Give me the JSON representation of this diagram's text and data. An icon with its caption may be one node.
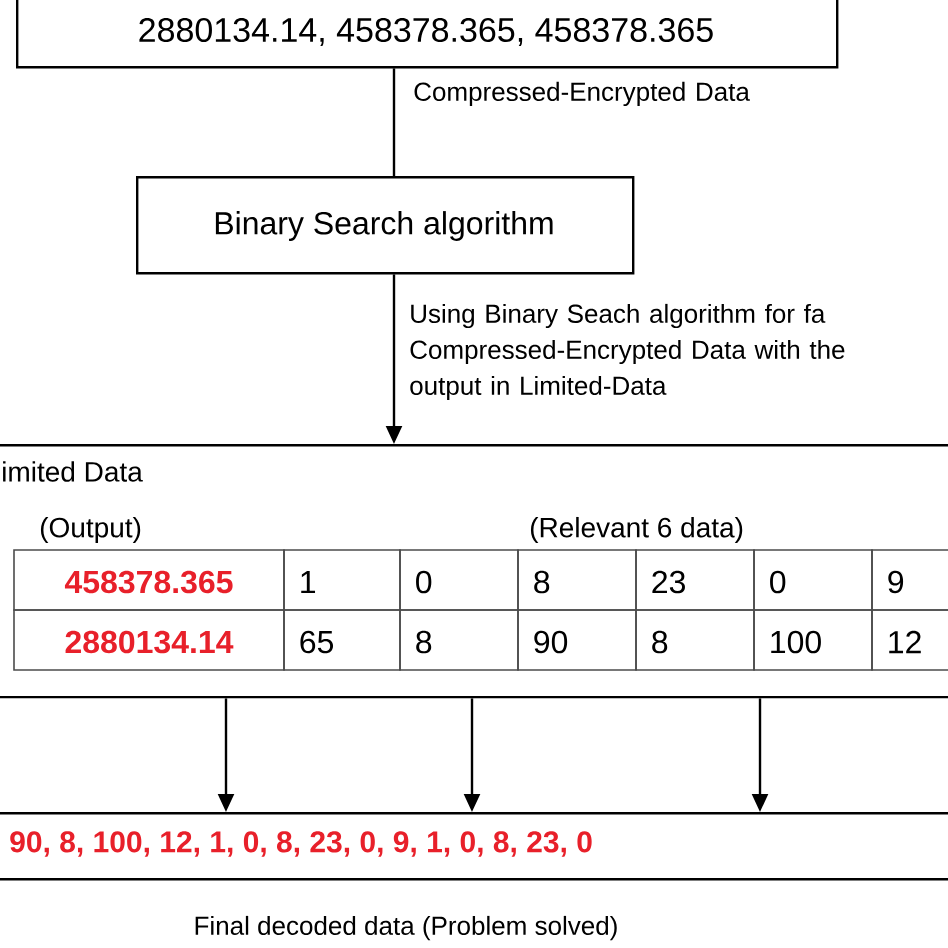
{
  "diagram": {
    "nodes": [
      {
        "text": [
          "2880134.14,    458378.365,    458378.365"
        ]
      },
      {
        "text": [
          "Binary Search algorithm"
        ]
      },
      {
        "text": [
          "imited Data"
        ]
      },
      {
        "text": [
          "90, 8,  100, 12, 1,  0,  8, 23, 0,   9,  1,  0,  8,   23,  0"
        ],
        "beside": [
          "Final decoded data (Problem solved)"
        ]
      }
    ],
    "edges": [
      {
        "from": 0,
        "to": 1,
        "arrow": "none",
        "label": "Compressed-Encrypted Data"
      },
      {
        "from": 1,
        "to": 2,
        "arrow": "to",
        "label": "Using Binary Seach algorithm for fa Compressed-Encrypted Data with the output in Limited-Data"
      },
      {
        "from": 2,
        "to": 3,
        "arrow": "to"
      },
      {
        "from": 2,
        "to": 3,
        "arrow": "to"
      },
      {
        "from": 2,
        "to": 3,
        "arrow": "to"
      }
    ],
    "labels": [
      "(Output)",
      "(Relevant 6 data)",
      "458378.365",
      "1",
      "0",
      "8",
      "23",
      "0",
      "9",
      "2880134.14",
      "65",
      "8",
      "90",
      "8",
      "100",
      "12"
    ]
  }
}
